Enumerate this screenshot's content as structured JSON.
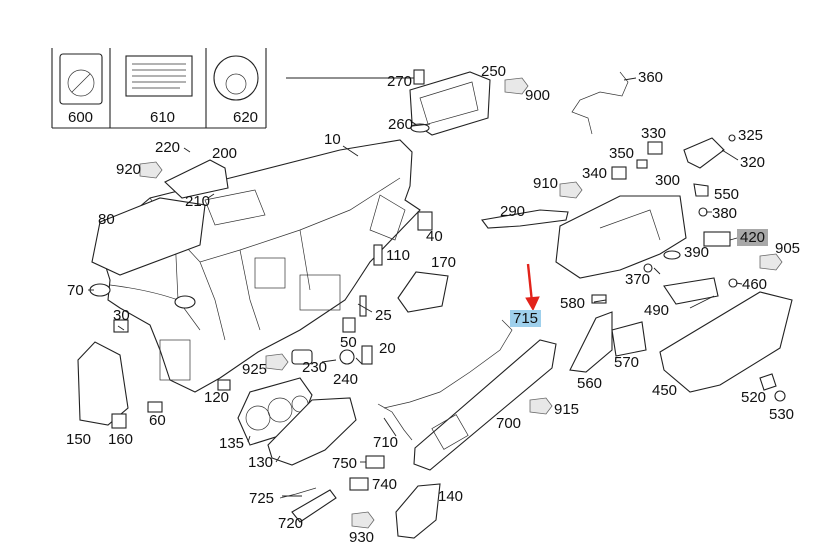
{
  "diagram": {
    "highlighted_parts": [
      "715",
      "420"
    ],
    "arrow_color": "#e2231a",
    "highlight_colors": {
      "715": "#9fd0ec",
      "420": "#a8a8a8"
    },
    "labels": {
      "l10": "10",
      "l20": "20",
      "l25": "25",
      "l30": "30",
      "l40": "40",
      "l50": "50",
      "l60": "60",
      "l70": "70",
      "l80": "80",
      "l110": "110",
      "l120": "120",
      "l130": "130",
      "l135": "135",
      "l140": "140",
      "l150": "150",
      "l160": "160",
      "l170": "170",
      "l200": "200",
      "l210": "210",
      "l220": "220",
      "l230": "230",
      "l240": "240",
      "l250": "250",
      "l260": "260",
      "l270": "270",
      "l290": "290",
      "l300": "300",
      "l320": "320",
      "l325": "325",
      "l330": "330",
      "l340": "340",
      "l350": "350",
      "l360": "360",
      "l370": "370",
      "l380": "380",
      "l390": "390",
      "l420": "420",
      "l450": "450",
      "l460": "460",
      "l490": "490",
      "l520": "520",
      "l530": "530",
      "l550": "550",
      "l560": "560",
      "l570": "570",
      "l580": "580",
      "l600": "600",
      "l610": "610",
      "l620": "620",
      "l700": "700",
      "l710": "710",
      "l715": "715",
      "l720": "720",
      "l725": "725",
      "l740": "740",
      "l750": "750",
      "l900": "900",
      "l905": "905",
      "l910": "910",
      "l915": "915",
      "l920": "920",
      "l925": "925",
      "l930": "930"
    }
  }
}
